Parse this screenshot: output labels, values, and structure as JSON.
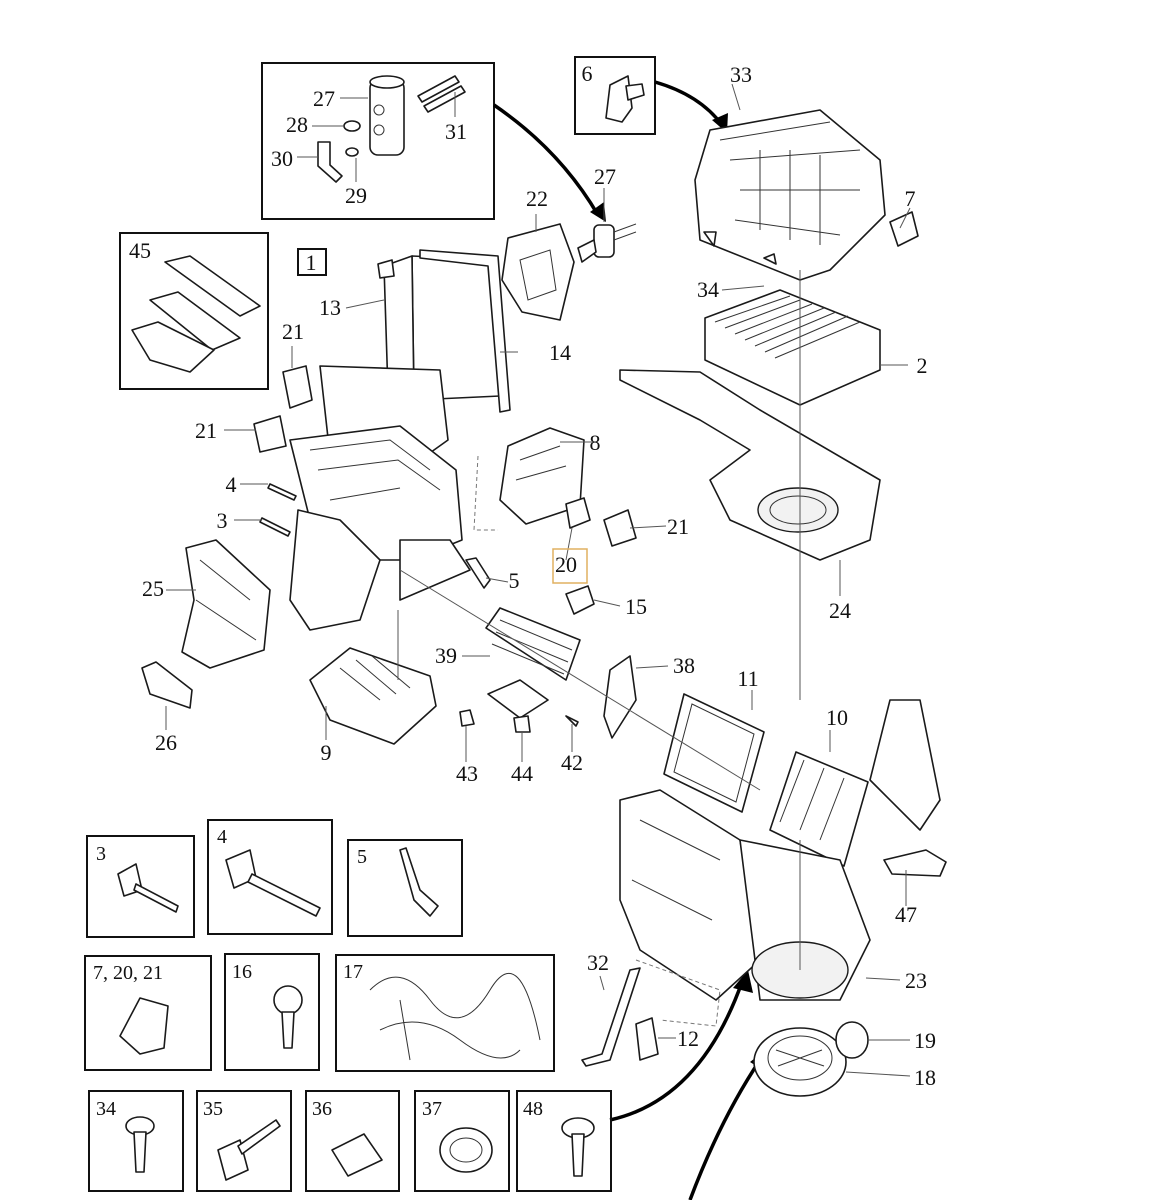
{
  "diagram": {
    "parts": [
      {
        "id": "p1",
        "label": "1"
      },
      {
        "id": "p2",
        "label": "2"
      },
      {
        "id": "p3",
        "label": "3"
      },
      {
        "id": "p4",
        "label": "4"
      },
      {
        "id": "p5",
        "label": "5"
      },
      {
        "id": "p6",
        "label": "6"
      },
      {
        "id": "p7",
        "label": "7"
      },
      {
        "id": "p8",
        "label": "8"
      },
      {
        "id": "p9",
        "label": "9"
      },
      {
        "id": "p10",
        "label": "10"
      },
      {
        "id": "p11",
        "label": "11"
      },
      {
        "id": "p12",
        "label": "12"
      },
      {
        "id": "p13",
        "label": "13"
      },
      {
        "id": "p14",
        "label": "14"
      },
      {
        "id": "p15",
        "label": "15"
      },
      {
        "id": "p18",
        "label": "18"
      },
      {
        "id": "p19",
        "label": "19"
      },
      {
        "id": "p20",
        "label": "20"
      },
      {
        "id": "p21a",
        "label": "21"
      },
      {
        "id": "p21b",
        "label": "21"
      },
      {
        "id": "p21c",
        "label": "21"
      },
      {
        "id": "p22",
        "label": "22"
      },
      {
        "id": "p23",
        "label": "23"
      },
      {
        "id": "p24",
        "label": "24"
      },
      {
        "id": "p25",
        "label": "25"
      },
      {
        "id": "p26",
        "label": "26"
      },
      {
        "id": "p27a",
        "label": "27"
      },
      {
        "id": "p27b",
        "label": "27"
      },
      {
        "id": "p28",
        "label": "28"
      },
      {
        "id": "p29",
        "label": "29"
      },
      {
        "id": "p30",
        "label": "30"
      },
      {
        "id": "p31",
        "label": "31"
      },
      {
        "id": "p32",
        "label": "32"
      },
      {
        "id": "p33",
        "label": "33"
      },
      {
        "id": "p34",
        "label": "34"
      },
      {
        "id": "p38",
        "label": "38"
      },
      {
        "id": "p39",
        "label": "39"
      },
      {
        "id": "p42",
        "label": "42"
      },
      {
        "id": "p43",
        "label": "43"
      },
      {
        "id": "p44",
        "label": "44"
      },
      {
        "id": "p45",
        "label": "45"
      },
      {
        "id": "p47",
        "label": "47"
      }
    ],
    "detail_boxes": [
      {
        "id": "b3",
        "label": "3"
      },
      {
        "id": "b4",
        "label": "4"
      },
      {
        "id": "b5",
        "label": "5"
      },
      {
        "id": "b7",
        "label": "7, 20, 21"
      },
      {
        "id": "b16",
        "label": "16"
      },
      {
        "id": "b17",
        "label": "17"
      },
      {
        "id": "b34",
        "label": "34"
      },
      {
        "id": "b35",
        "label": "35"
      },
      {
        "id": "b36",
        "label": "36"
      },
      {
        "id": "b37",
        "label": "37"
      },
      {
        "id": "b48",
        "label": "48"
      }
    ],
    "highlighted_part": "20",
    "line_color": "#1a1a1a",
    "highlight_color": "#e0b060"
  }
}
